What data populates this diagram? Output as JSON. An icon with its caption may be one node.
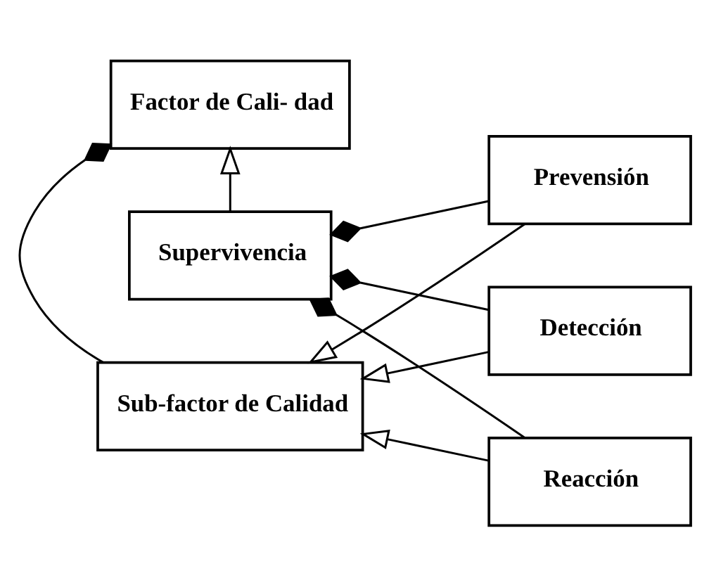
{
  "diagram": {
    "nodes": [
      {
        "text": [
          "Supervivencia"
        ]
      },
      {
        "text": [
          "Factor de Cali- dad"
        ]
      },
      {
        "text": [
          "Sub-factor de Calidad"
        ]
      },
      {
        "text": [
          "Prevensión"
        ]
      },
      {
        "text": [
          "Detección"
        ]
      },
      {
        "text": [
          "Reacción"
        ]
      }
    ],
    "edges": [
      {
        "from": 0,
        "to": 1,
        "arrow": "to"
      },
      {
        "from": 2,
        "to": 1,
        "arrow": "other"
      },
      {
        "from": 3,
        "to": 0,
        "arrow": "other"
      },
      {
        "from": 4,
        "to": 0,
        "arrow": "other"
      },
      {
        "from": 5,
        "to": 0,
        "arrow": "other"
      },
      {
        "from": 3,
        "to": 2,
        "arrow": "to"
      },
      {
        "from": 4,
        "to": 2,
        "arrow": "to"
      },
      {
        "from": 5,
        "to": 2,
        "arrow": "to"
      }
    ]
  }
}
